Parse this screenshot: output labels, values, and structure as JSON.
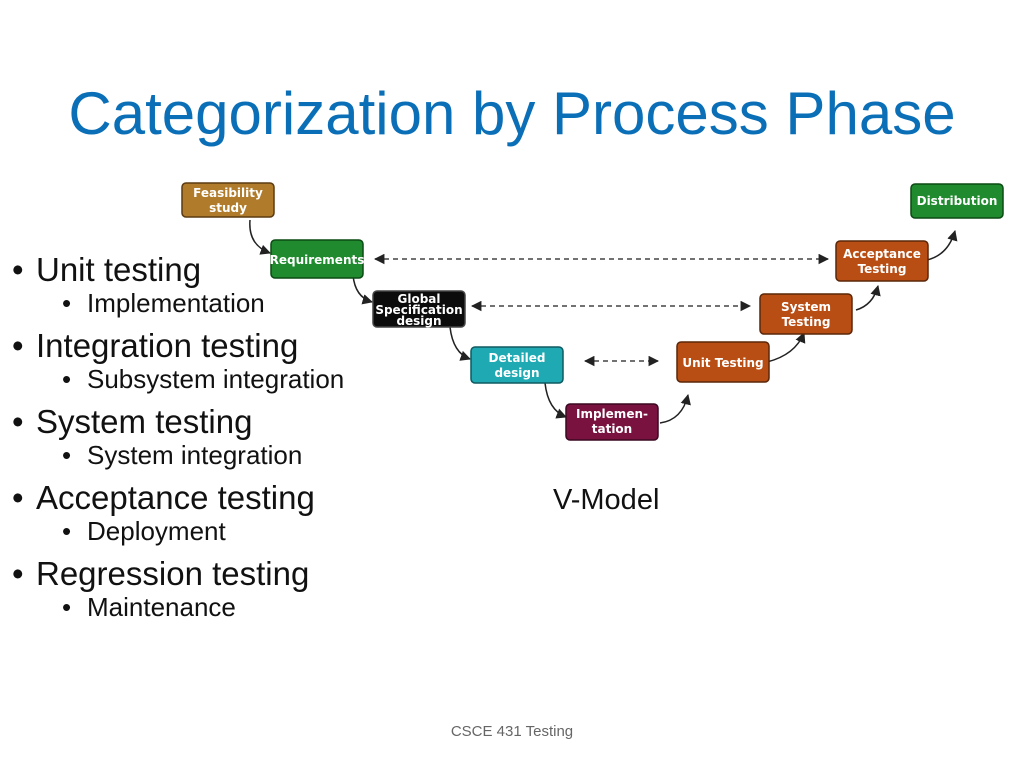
{
  "title": "Categorization by Process Phase",
  "bullets": [
    {
      "label": "Unit testing",
      "sub": [
        "Implementation"
      ]
    },
    {
      "label": "Integration testing",
      "sub": [
        "Subsystem integration"
      ]
    },
    {
      "label": "System testing",
      "sub": [
        "System integration"
      ]
    },
    {
      "label": "Acceptance testing",
      "sub": [
        "Deployment"
      ]
    },
    {
      "label": "Regression testing",
      "sub": [
        "Maintenance"
      ]
    }
  ],
  "diagram": {
    "caption": "V-Model",
    "phases": [
      {
        "lines": [
          "Feasibility",
          "study"
        ],
        "color": "#b07c2c"
      },
      {
        "lines": [
          "Requirements"
        ],
        "color": "#1f8a2e"
      },
      {
        "lines": [
          "Global",
          "Specification",
          "design"
        ],
        "color": "#0c0c0c"
      },
      {
        "lines": [
          "Detailed",
          "design"
        ],
        "color": "#1fa9b2"
      },
      {
        "lines": [
          "Implemen-",
          "tation"
        ],
        "color": "#7a1240"
      },
      {
        "lines": [
          "Unit Testing"
        ],
        "color": "#b94e14"
      },
      {
        "lines": [
          "System",
          "Testing"
        ],
        "color": "#b94e14"
      },
      {
        "lines": [
          "Acceptance",
          "Testing"
        ],
        "color": "#b94e14"
      },
      {
        "lines": [
          "Distribution"
        ],
        "color": "#1f8a2e"
      }
    ]
  },
  "footer": "CSCE 431 Testing"
}
